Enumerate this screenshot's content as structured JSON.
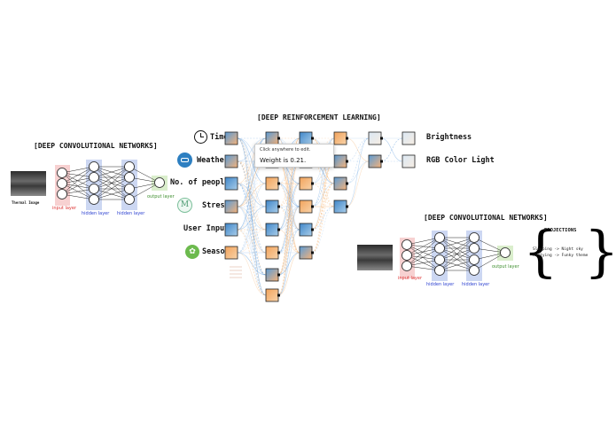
{
  "titles": {
    "left": "[DEEP CONVOLUTIONAL NETWORKS]",
    "center": "[DEEP REINFORCEMENT LEARNING]",
    "right": "[DEEP CONVOLUTIONAL NETWORKS]"
  },
  "cnn_left": {
    "image_caption": "Thermal Image",
    "input_label": "input layer",
    "hidden1_label": "hidden layer",
    "hidden2_label": "hidden layer",
    "output_label": "output layer"
  },
  "cnn_right": {
    "input_label": "input layer",
    "hidden1_label": "hidden layer",
    "hidden2_label": "hidden layer",
    "output_label": "output layer"
  },
  "drl": {
    "inputs": [
      {
        "label": "Time",
        "icon": "clock-icon"
      },
      {
        "label": "Weather",
        "icon": "weather-icon"
      },
      {
        "label": "No. of people",
        "icon": "none"
      },
      {
        "label": "Stress",
        "icon": "meditation-icon"
      },
      {
        "label": "User Input",
        "icon": "none"
      },
      {
        "label": "Season",
        "icon": "season-icon"
      }
    ],
    "outputs": [
      "Brightness",
      "RGB Color Light"
    ],
    "tooltip": {
      "hint": "Click anywhere to edit.",
      "value": "Weight is 0.21."
    },
    "colors": {
      "positive": "#4a90d9",
      "negative": "#f0a050"
    }
  },
  "projections": {
    "title": "PROJECTIONS",
    "lines": [
      "Sleeping -> Night sky",
      "Partying -> Funky theme"
    ]
  }
}
